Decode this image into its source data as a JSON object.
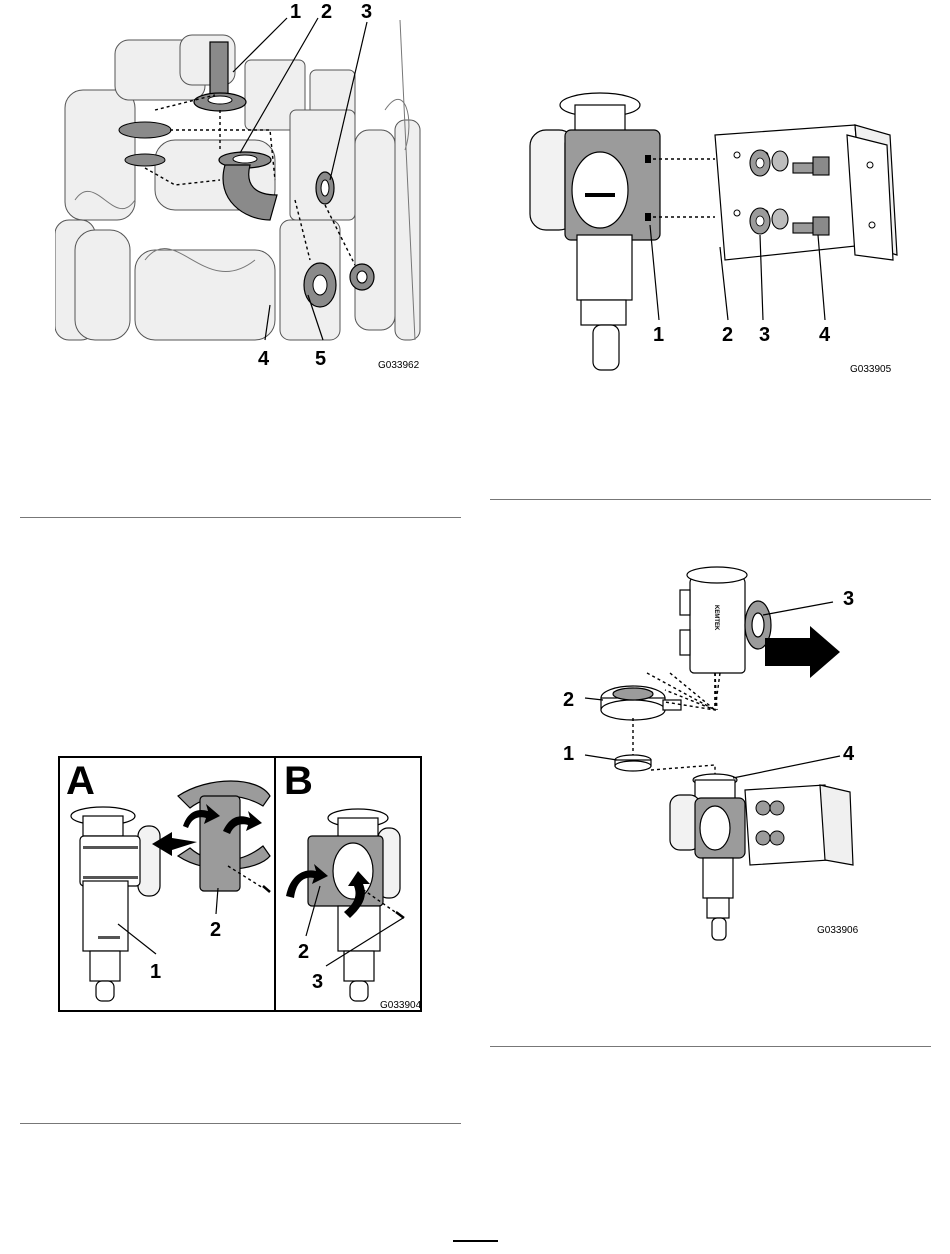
{
  "figures": [
    {
      "id": "fig1",
      "code": "G033962",
      "callouts": [
        "1",
        "2",
        "3",
        "4",
        "5"
      ]
    },
    {
      "id": "fig2",
      "code": "G033905",
      "callouts": [
        "1",
        "2",
        "3",
        "4"
      ]
    },
    {
      "id": "fig3",
      "code": "G033906",
      "callouts": [
        "1",
        "2",
        "3",
        "4"
      ],
      "brand_marking": "KEMTEK"
    },
    {
      "id": "fig4",
      "code": "G033904",
      "callouts": [
        "1",
        "2",
        "2",
        "3"
      ],
      "panels": [
        "A",
        "B"
      ]
    }
  ]
}
